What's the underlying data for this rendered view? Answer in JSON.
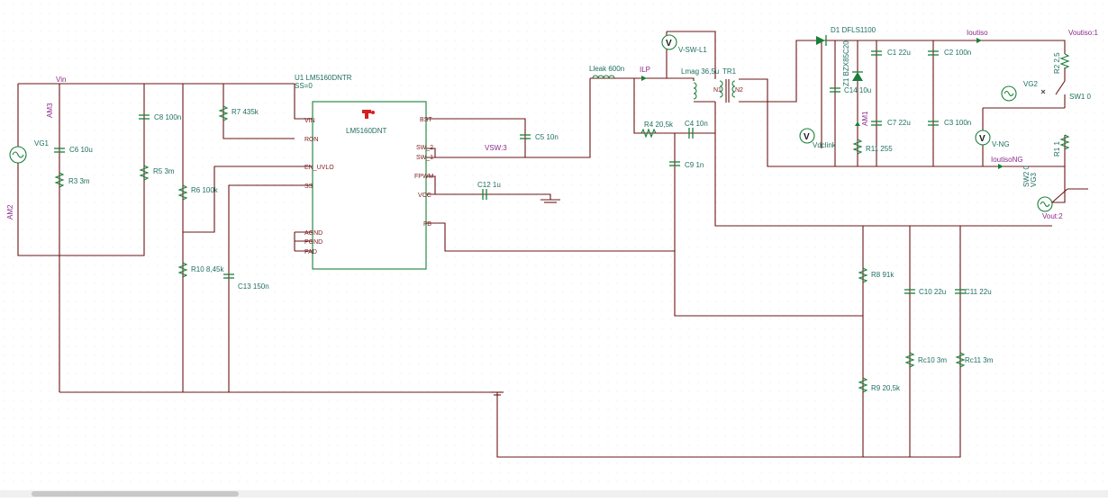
{
  "labels": {
    "vin": "Vin",
    "am3": "AM3",
    "vg1": "VG1",
    "c6": "C6 10u",
    "r3": "R3 3m",
    "am2": "AM2",
    "c8": "C8 100n",
    "r5": "R5 3m",
    "r7": "R7 435k",
    "r6": "R6 100k",
    "r10": "R10 8,45k",
    "c13": "C13 150n",
    "u1_name": "U1  LM5160DNTR",
    "u1_param": "SS=0",
    "ic_part": "LM5160DNT",
    "pin_vin": "VIN",
    "pin_ron": "RON",
    "pin_en": "EN_UVLO",
    "pin_ss": "SS",
    "pin_agnd": "AGND",
    "pin_pgnd": "PGND",
    "pin_pad": "PAD",
    "pin_bst": "BST",
    "pin_sw2": "SW_2",
    "pin_sw1": "SW_1",
    "pin_fpwm": "FPWM",
    "pin_vcc": "VCC",
    "pin_fb": "FB",
    "c5": "C5 10n",
    "vsw": "VSW:3",
    "c12": "C12 1u",
    "lleak": "Lleak 600n",
    "ilp": "ILP",
    "vswl1": "V-SW-L1",
    "lmag": "Lmag 36,5u",
    "tr1": "TR1",
    "n1": "N1",
    "n2": "N2",
    "r4": "R4 20,5k",
    "c4": "C4 10n",
    "c9": "C9 1n",
    "d1": "D1 DFLS1100",
    "z1": "Z1 BZX85C20",
    "c14": "C14 10u",
    "vdclink": "Vdclink",
    "c1": "C1 22u",
    "am1": "AM1",
    "c7": "C7 22u",
    "r11": "R11 255",
    "c2": "C2 100n",
    "c3": "C3 100n",
    "voutiso_i": "Ioutiso",
    "voutiso": "Voutiso:1",
    "r2": "R2 2,5",
    "vg2": "VG2",
    "sw1": "SW1 0",
    "vng": "V-NG",
    "r1": "R1 1",
    "ioutisong": "IoutisoNG",
    "sw2": "SW2 0",
    "vg3": "VG3",
    "vout2": "Vout:2",
    "r8": "R8 91k",
    "c10": "C10 22u",
    "c11": "C11 22u",
    "rc10": "Rc10 3m",
    "rc11": "Rc11 3m",
    "r9": "R9 20,5k"
  },
  "colors": {
    "wire": "#6b1414",
    "component": "#1a7f3a",
    "label": "#1f6f5f",
    "probe_label": "#8a2a8a",
    "ti_logo": "#d62020"
  }
}
